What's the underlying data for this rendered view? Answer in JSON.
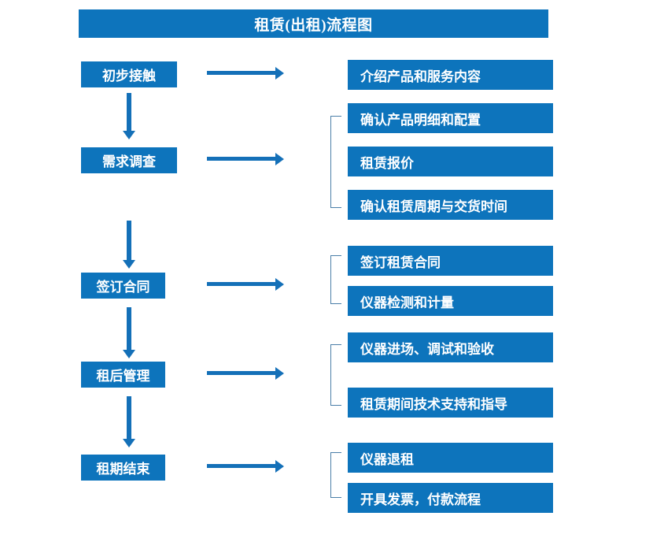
{
  "diagram": {
    "title": "租赁(出租)流程图",
    "colors": {
      "box_blue": "#0D74BC",
      "arrow_blue": "#1470B8",
      "bracket_blue": "#4A7EA8",
      "label_white": "#FFFFFF",
      "background": "#FFFFFF"
    },
    "stages": [
      {
        "id": "stage-1",
        "label": "初步接触"
      },
      {
        "id": "stage-2",
        "label": "需求调查"
      },
      {
        "id": "stage-3",
        "label": "签订合同"
      },
      {
        "id": "stage-4",
        "label": "租后管理"
      },
      {
        "id": "stage-5",
        "label": "租期结束"
      }
    ],
    "details": [
      {
        "id": "detail-1",
        "label": "介绍产品和服务内容"
      },
      {
        "id": "detail-2",
        "label": "确认产品明细和配置"
      },
      {
        "id": "detail-3",
        "label": "租赁报价"
      },
      {
        "id": "detail-4",
        "label": "确认租赁周期与交货时间"
      },
      {
        "id": "detail-5",
        "label": "签订租赁合同"
      },
      {
        "id": "detail-6",
        "label": "仪器检测和计量"
      },
      {
        "id": "detail-7",
        "label": "仪器进场、调试和验收"
      },
      {
        "id": "detail-8",
        "label": "租赁期间技术支持和指导"
      },
      {
        "id": "detail-9",
        "label": "仪器退租"
      },
      {
        "id": "detail-10",
        "label": "开具发票，付款流程"
      }
    ]
  }
}
